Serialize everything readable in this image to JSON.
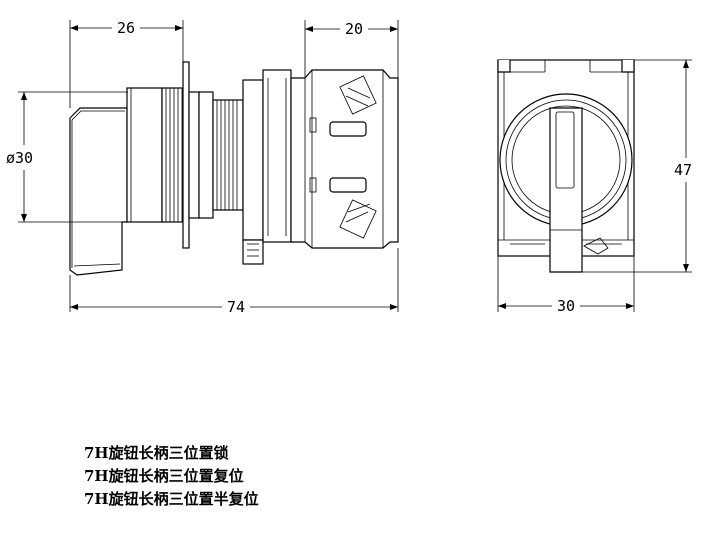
{
  "dimensions": {
    "side_length": "26",
    "base_depth": "20",
    "diameter": "ø30",
    "total_length": "74",
    "front_height": "47",
    "front_width": "30"
  },
  "captions": [
    "7H旋钮长柄三位置锁",
    "7H旋钮长柄三位置复位",
    "7H旋钮长柄三位置半复位"
  ]
}
